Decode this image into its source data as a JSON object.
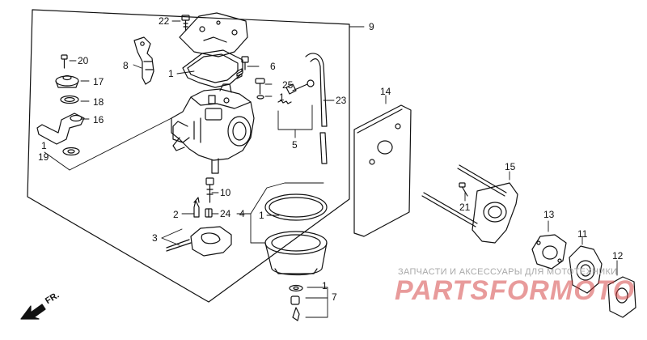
{
  "callouts": {
    "c22": "22",
    "c9": "9",
    "c20": "20",
    "c8": "8",
    "c1a": "1",
    "c6": "6",
    "c17": "17",
    "c25": "25",
    "c1b": "1",
    "c18": "18",
    "c23": "23",
    "c14": "14",
    "c16": "16",
    "c1c": "1",
    "c19": "19",
    "c5": "5",
    "c15": "15",
    "c10": "10",
    "c21": "21",
    "c2": "2",
    "c24": "24",
    "c4": "4",
    "c1d": "1",
    "c13": "13",
    "c11": "11",
    "c3": "3",
    "c12": "12",
    "c1e": "1",
    "c7": "7"
  },
  "direction_indicator": {
    "label": "FR.",
    "icon": "front-direction-arrow-icon"
  },
  "watermark": {
    "top_text": "ЗАПЧАСТИ И АКСЕССУАРЫ ДЛЯ МОТОТЕХНИКИ",
    "logo_parts": "PARTS",
    "logo_for": "FOR",
    "logo_moto": "MOTO",
    "logo_color": "#d33a3a",
    "top_color": "#a9a9a9"
  },
  "colors": {
    "line": "#111111",
    "background": "#ffffff"
  }
}
